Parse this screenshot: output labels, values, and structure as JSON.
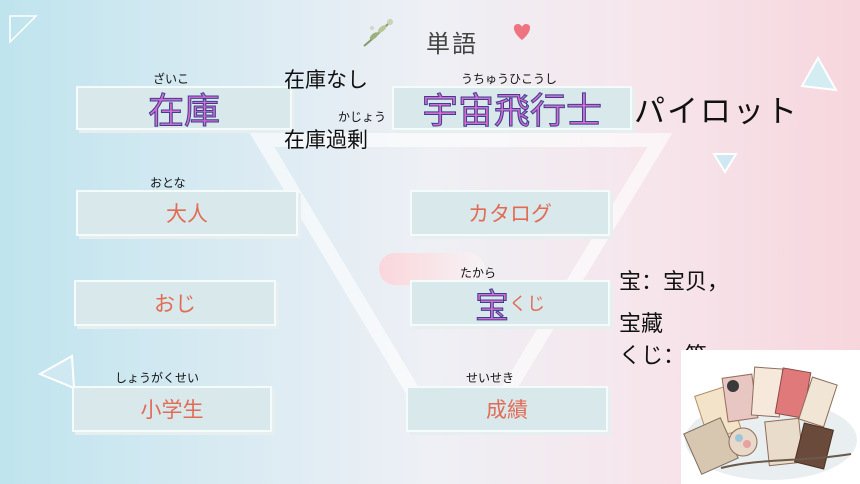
{
  "title": "単語",
  "boxes": {
    "zaiko": {
      "text": "在庫",
      "ruby": "ざいこ"
    },
    "uchuu": {
      "text": "宇宙飛行士",
      "ruby": "うちゅうひこうし"
    },
    "otona": {
      "text": "大人",
      "ruby": "おとな"
    },
    "katarogu": {
      "text": "カタログ"
    },
    "oji": {
      "text": "おじ"
    },
    "takarakuji": {
      "kanji": "宝",
      "kana": "くじ",
      "ruby": "たから"
    },
    "shougakusei": {
      "text": "小学生",
      "ruby": "しょうがくせい"
    },
    "seiseki": {
      "text": "成績",
      "ruby": "せいせき"
    }
  },
  "notes": {
    "zaiko_nashi": "在庫なし",
    "kajou_ruby": "かじょう",
    "zaiko_kajou": "在庫過剰",
    "pilot": "パイロット",
    "takara_line1": "宝：宝贝，",
    "takara_line2": "宝藏",
    "kuji_line": "くじ：签"
  },
  "colors": {
    "box_text": "#e26b56",
    "big_text": "#d66bd0",
    "box_bg": "#d9e8ea"
  },
  "icons": {
    "title_left": "flower-sprig-icon",
    "title_right": "heart-icon"
  }
}
